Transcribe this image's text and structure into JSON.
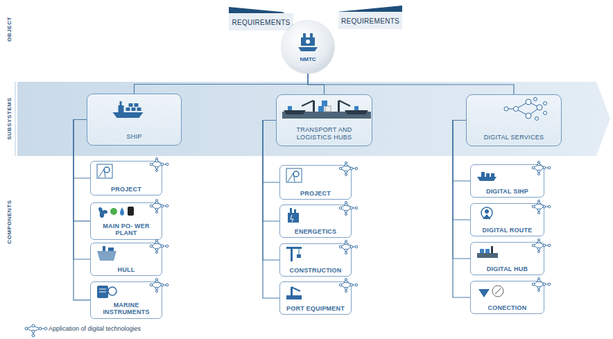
{
  "diagram": {
    "nodes": [
      {
        "text": [
          "REQUIREMENTS"
        ]
      },
      {
        "text": [
          "NMTC"
        ]
      },
      {
        "text": [
          "REQUIREMENTS"
        ]
      },
      {
        "text": [
          "SHIP"
        ]
      },
      {
        "text": [
          "TRANSPORT AND LOGISTICS HUBS"
        ]
      },
      {
        "text": [
          "DIGITAL SERVICES"
        ]
      },
      {
        "text": [
          "PROJECT"
        ]
      },
      {
        "text": [
          "MAIN PO- WER PLANT"
        ]
      },
      {
        "text": [
          "HULL"
        ]
      },
      {
        "text": [
          "MARINE INSTRUMENTS"
        ]
      },
      {
        "text": [
          "PROJECT"
        ]
      },
      {
        "text": [
          "ENERGETICS"
        ]
      },
      {
        "text": [
          "CONSTRUCTION"
        ]
      },
      {
        "text": [
          "PORT EQUIPMENT"
        ]
      },
      {
        "text": [
          "DIGITAL SIHP"
        ]
      },
      {
        "text": [
          "DIGITAL ROUTE"
        ]
      },
      {
        "text": [
          "DIGITAL HUB"
        ]
      },
      {
        "text": [
          "CONECTION"
        ]
      }
    ],
    "edges": [
      {
        "from": 1,
        "to": 3,
        "arrow": "none"
      },
      {
        "from": 1,
        "to": 4,
        "arrow": "none"
      },
      {
        "from": 1,
        "to": 5,
        "arrow": "none"
      },
      {
        "from": 3,
        "to": 6,
        "arrow": "none"
      },
      {
        "from": 3,
        "to": 7,
        "arrow": "none"
      },
      {
        "from": 3,
        "to": 8,
        "arrow": "none"
      },
      {
        "from": 3,
        "to": 9,
        "arrow": "none"
      },
      {
        "from": 4,
        "to": 10,
        "arrow": "none"
      },
      {
        "from": 4,
        "to": 11,
        "arrow": "none"
      },
      {
        "from": 4,
        "to": 12,
        "arrow": "none"
      },
      {
        "from": 4,
        "to": 13,
        "arrow": "none"
      },
      {
        "from": 5,
        "to": 14,
        "arrow": "none"
      },
      {
        "from": 5,
        "to": 15,
        "arrow": "none"
      },
      {
        "from": 5,
        "to": 16,
        "arrow": "none"
      },
      {
        "from": 5,
        "to": 17,
        "arrow": "none"
      }
    ],
    "labels": [
      "OBJECT",
      "SUBSYSTEMS",
      "COMPONENTS"
    ],
    "legend": [
      {
        "text": "Application of digital technologies"
      }
    ]
  }
}
